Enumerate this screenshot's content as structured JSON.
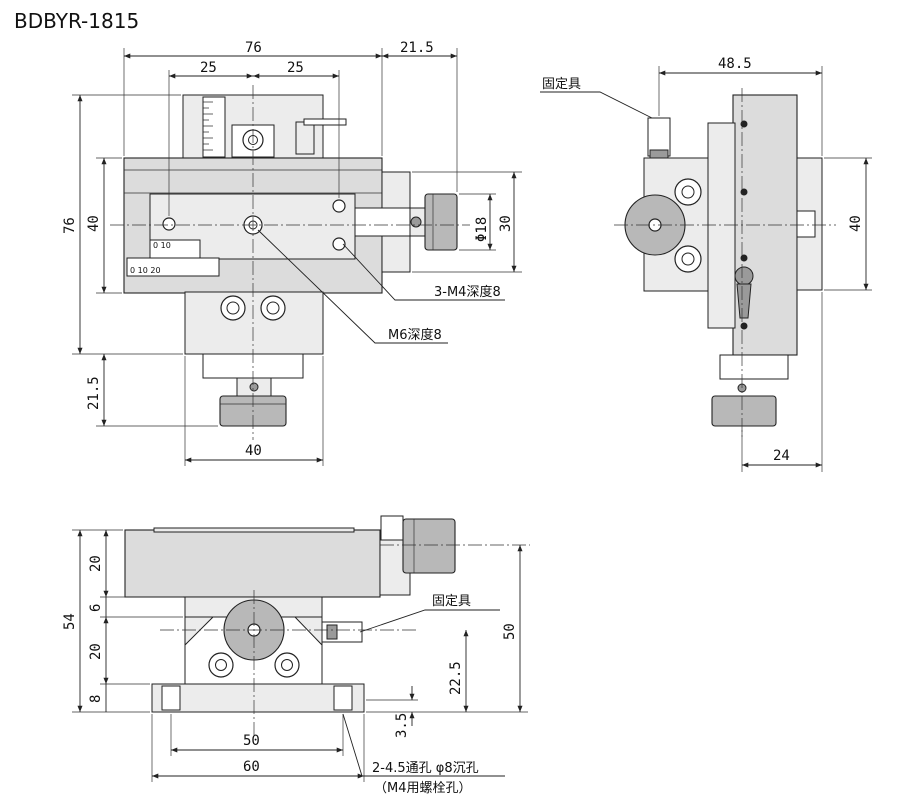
{
  "title": "BDBYR-1815",
  "top_view": {
    "dim_width_76": "76",
    "dim_half_left": "25",
    "dim_half_right": "25",
    "dim_knob_offset": "21.5",
    "dim_height_76": "76",
    "dim_height_40": "40",
    "dim_bottom_knob": "21.5",
    "dim_base_40": "40",
    "dim_knob_phi18": "Φ18",
    "dim_knob_30": "30",
    "note_m4": "3-M4深度8",
    "note_m6": "M6深度8",
    "scale_top": "0  10",
    "scale_bottom": "0  10  20"
  },
  "side_view": {
    "dim_48_5": "48.5",
    "dim_40": "40",
    "dim_24": "24",
    "label_fixture": "固定具"
  },
  "front_view": {
    "dim_54": "54",
    "dim_20_top": "20",
    "dim_6": "6",
    "dim_20_mid": "20",
    "dim_8": "8",
    "dim_50_right": "50",
    "dim_22_5": "22.5",
    "dim_3_5": "3.5",
    "dim_50_bottom": "50",
    "dim_60": "60",
    "label_fixture": "固定具",
    "note_holes": "2-4.5通孔 φ8沉孔",
    "note_bolt": "（M4用螺栓孔）"
  },
  "colors": {
    "body": "#dcdcdc",
    "line": "#222222",
    "knob": "#b8b8b8"
  }
}
